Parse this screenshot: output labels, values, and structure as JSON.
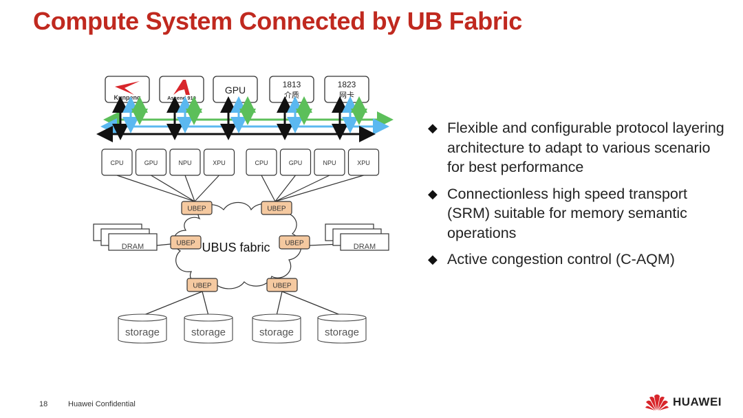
{
  "title": "Compute System Connected by UB Fabric",
  "diagram": {
    "top_devices": [
      {
        "label": "Kunpeng",
        "type": "logo"
      },
      {
        "label": "Ascend 910",
        "type": "logo"
      },
      {
        "label": "GPU",
        "type": "text"
      },
      {
        "label": "1813",
        "sublabel": "介质",
        "type": "text"
      },
      {
        "label": "1823",
        "sublabel": "网卡",
        "type": "text"
      }
    ],
    "bus_colors": {
      "black": "#111111",
      "blue": "#5bb8f0",
      "green": "#5cbf5a"
    },
    "processor_groups": [
      [
        "CPU",
        "GPU",
        "NPU",
        "XPU"
      ],
      [
        "CPU",
        "GPU",
        "NPU",
        "XPU"
      ]
    ],
    "endpoint_label": "UBEP",
    "endpoint_color": "#f5c9a0",
    "fabric_label": "UBUS fabric",
    "dram_label": "DRAM",
    "storage_label": "storage"
  },
  "bullets": [
    "Flexible and configurable protocol layering architecture to adapt to various scenario for best performance",
    "Connectionless high speed transport (SRM) suitable for memory semantic operations",
    "Active congestion control (C-AQM)"
  ],
  "bullet_glyph": "◆",
  "footer": {
    "page_number": "18",
    "confidential": "Huawei Confidential",
    "brand": "HUAWEI"
  },
  "colors": {
    "title": "#c0291f",
    "brand_red": "#d8262b"
  }
}
